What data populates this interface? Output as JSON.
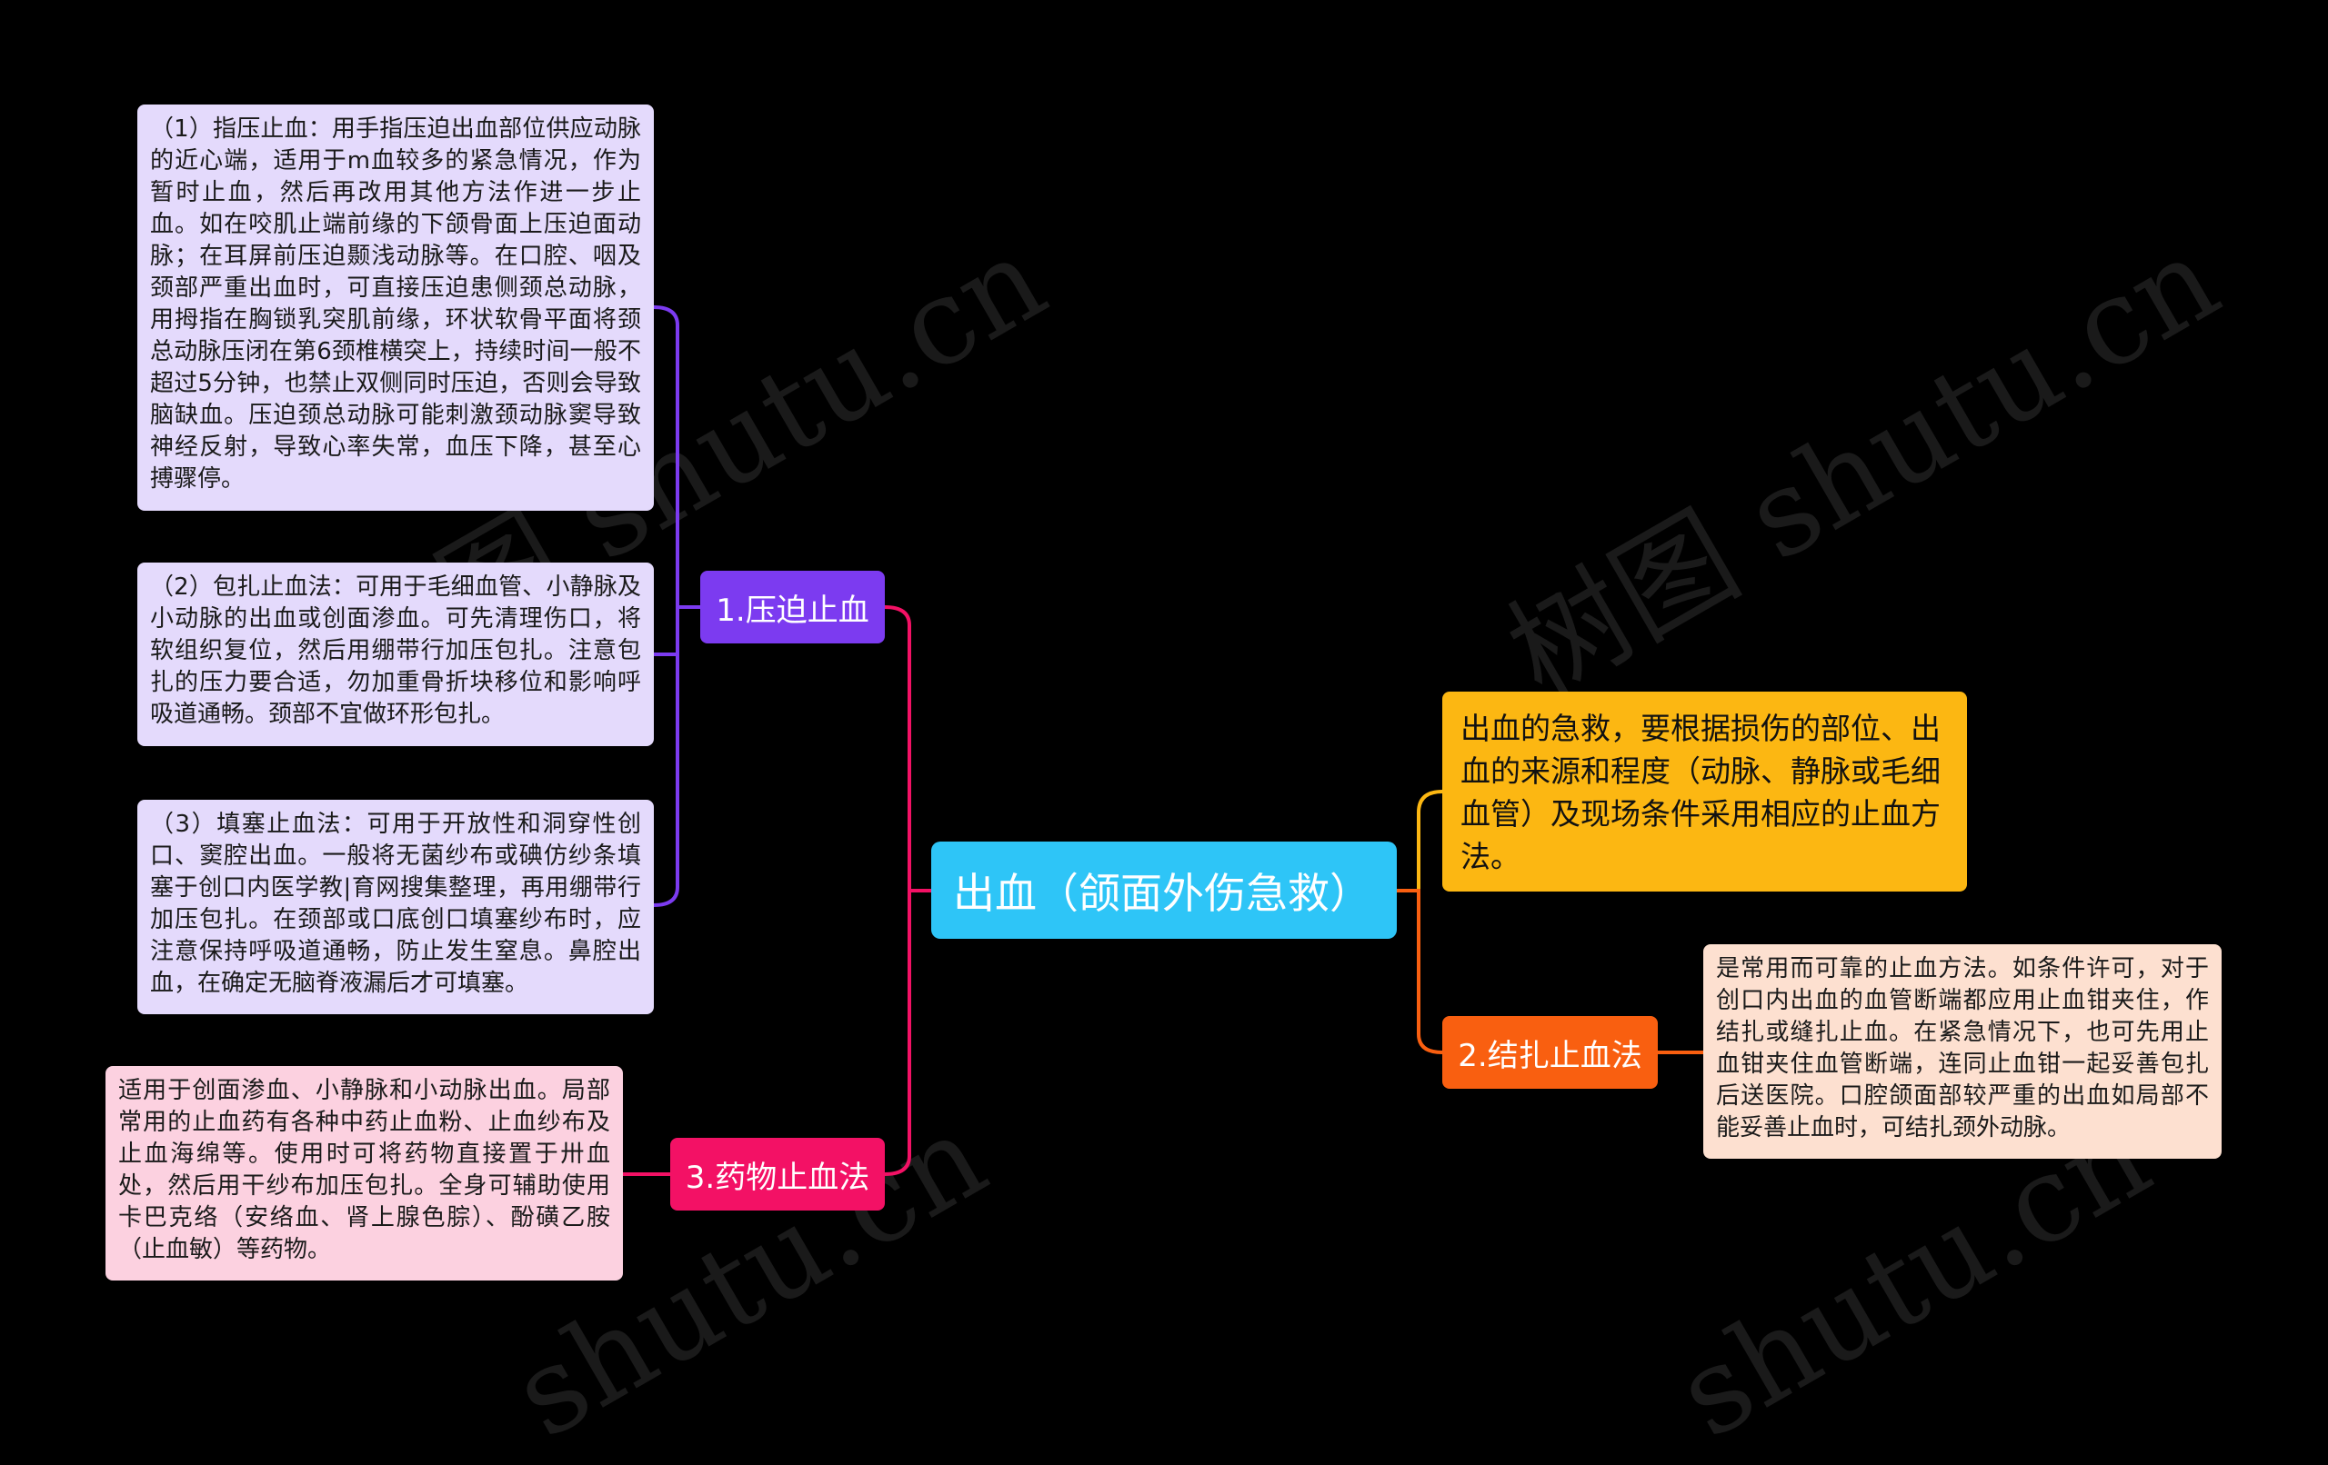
{
  "watermark": {
    "items": [
      "树图 shutu.cn",
      "树图 shutu.cn",
      "shutu.cn",
      "shutu.cn"
    ]
  },
  "colors": {
    "background": "#000000",
    "root": "#2ec5f7",
    "branch_1": "#7c3bf0",
    "branch_2": "#f95f10",
    "branch_3": "#f31165",
    "summary": "#fcb712",
    "leaf_purple": "#e4dafc",
    "leaf_pink": "#fcd1e0",
    "leaf_peach": "#fde0d0"
  },
  "root": {
    "label": "出血（颌面外伤急救）"
  },
  "summary": {
    "text": "出血的急救，要根据损伤的部位、出血的来源和程度（动脉、静脉或毛细血管）及现场条件采用相应的止血方法。"
  },
  "branches": [
    {
      "label": "1.压迫止血",
      "children": [
        "（1）指压止血：用手指压迫出血部位供应动脉的近心端，适用于m血较多的紧急情况，作为暂时止血，然后再改用其他方法作进一步止血。如在咬肌止端前缘的下颌骨面上压迫面动脉；在耳屏前压迫颞浅动脉等。在口腔、咽及颈部严重出血时，可直接压迫患侧颈总动脉，用拇指在胸锁乳突肌前缘，环状软骨平面将颈总动脉压闭在第6颈椎横突上，持续时间一般不超过5分钟，也禁止双侧同时压迫，否则会导致脑缺血。压迫颈总动脉可能刺激颈动脉窦导致神经反射，导致心率失常，血压下降，甚至心搏骤停。",
        "（2）包扎止血法：可用于毛细血管、小静脉及小动脉的出血或创面渗血。可先清理伤口，将软组织复位，然后用绷带行加压包扎。注意包扎的压力要合适，勿加重骨折块移位和影响呼吸道通畅。颈部不宜做环形包扎。",
        "（3）填塞止血法：可用于开放性和洞穿性创口、窦腔出血。一般将无菌纱布或碘仿纱条填塞于创口内医学教|育网搜集整理，再用绷带行加压包扎。在颈部或口底创口填塞纱布时，应注意保持呼吸道通畅，防止发生窒息。鼻腔出血，在确定无脑脊液漏后才可填塞。"
      ]
    },
    {
      "label": "2.结扎止血法",
      "children": [
        "是常用而可靠的止血方法。如条件许可，对于创口内出血的血管断端都应用止血钳夹住，作结扎或缝扎止血。在紧急情况下，也可先用止血钳夹住血管断端，连同止血钳一起妥善包扎后送医院。口腔颌面部较严重的出血如局部不能妥善止血时，可结扎颈外动脉。"
      ]
    },
    {
      "label": "3.药物止血法",
      "children": [
        "适用于创面渗血、小静脉和小动脉出血。局部常用的止血药有各种中药止血粉、止血纱布及止血海绵等。使用时可将药物直接置于卅血处，然后用干纱布加压包扎。全身可辅助使用卡巴克络（安络血、肾上腺色腙）、酚磺乙胺（止血敏）等药物。"
      ]
    }
  ]
}
